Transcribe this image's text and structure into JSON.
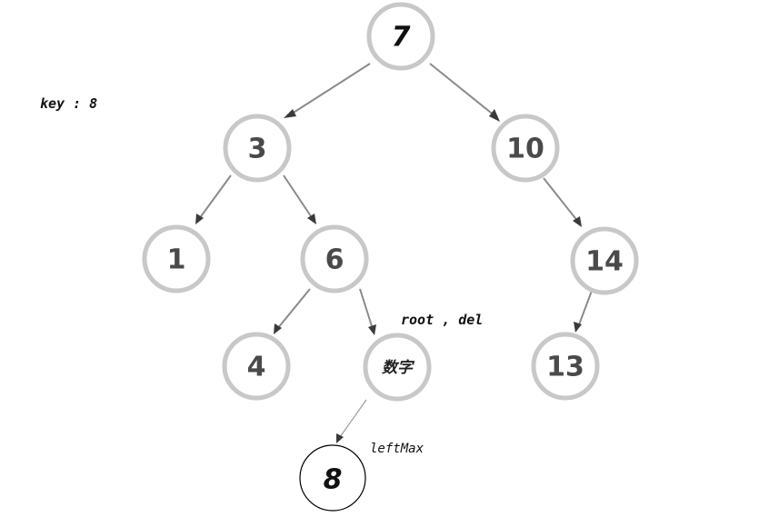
{
  "annotations": {
    "key": "key : 8",
    "root_del": "root , del",
    "left_max": "leftMax"
  },
  "tree": {
    "nodes": [
      {
        "id": "n7",
        "label": "7"
      },
      {
        "id": "n3",
        "label": "3"
      },
      {
        "id": "n10",
        "label": "10"
      },
      {
        "id": "n1",
        "label": "1"
      },
      {
        "id": "n6",
        "label": "6"
      },
      {
        "id": "n14",
        "label": "14"
      },
      {
        "id": "n4",
        "label": "4"
      },
      {
        "id": "nX",
        "label": "数字"
      },
      {
        "id": "n13",
        "label": "13"
      },
      {
        "id": "n8",
        "label": "8"
      }
    ],
    "edges": [
      {
        "from": "7",
        "to": "3"
      },
      {
        "from": "7",
        "to": "10"
      },
      {
        "from": "3",
        "to": "1"
      },
      {
        "from": "3",
        "to": "6"
      },
      {
        "from": "10",
        "to": "14"
      },
      {
        "from": "6",
        "to": "4"
      },
      {
        "from": "6",
        "to": "数字"
      },
      {
        "from": "14",
        "to": "13"
      },
      {
        "from": "数字",
        "to": "8"
      }
    ]
  }
}
